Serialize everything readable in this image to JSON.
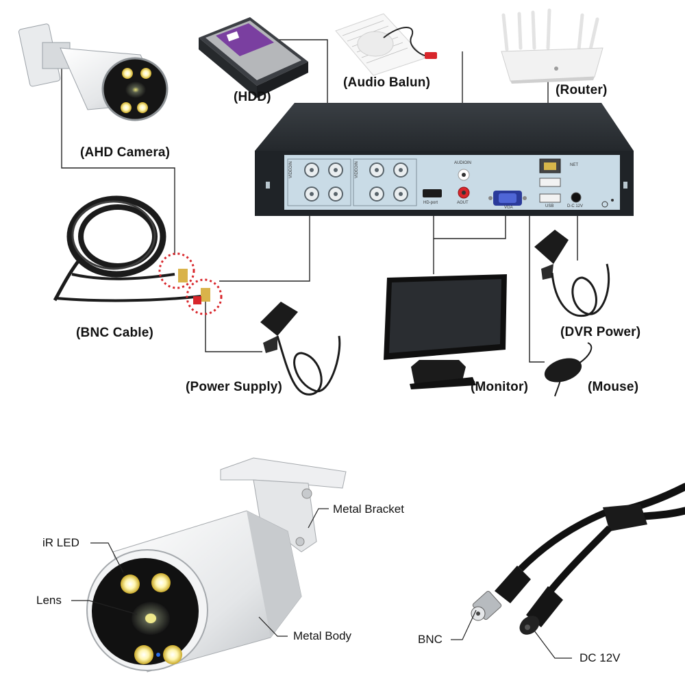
{
  "wiring_labels": {
    "hdd": "(HDD)",
    "audio_balun": "(Audio Balun)",
    "router": "(Router)",
    "ahd_camera": "(AHD Camera)",
    "bnc_cable": "(BNC Cable)",
    "power_supply": "(Power Supply)",
    "monitor": "(Monitor)",
    "dvr_power": "(DVR Power)",
    "mouse": "(Mouse)"
  },
  "dvr_panel": {
    "video_in": "VIDEOIN",
    "audio_in": "AUDIOIN",
    "audio_out": "AOUT",
    "hd_port": "HD-port",
    "vga": "VGA",
    "net": "NET",
    "usb": "USB",
    "dc_power": "D-C 12V"
  },
  "camera_parts": {
    "metal_bracket": "Metal Bracket",
    "ir_led": "iR LED",
    "lens": "Lens",
    "metal_body": "Metal Body"
  },
  "cable_parts": {
    "bnc": "BNC",
    "dc_12v": "DC 12V"
  },
  "colors": {
    "dvr_body": "#2b2f33",
    "dvr_panel": "#c9dbe6",
    "connector_red": "#d8262b",
    "led_yellow": "#f4d64a",
    "hdd_purple": "#7a3fa0"
  }
}
